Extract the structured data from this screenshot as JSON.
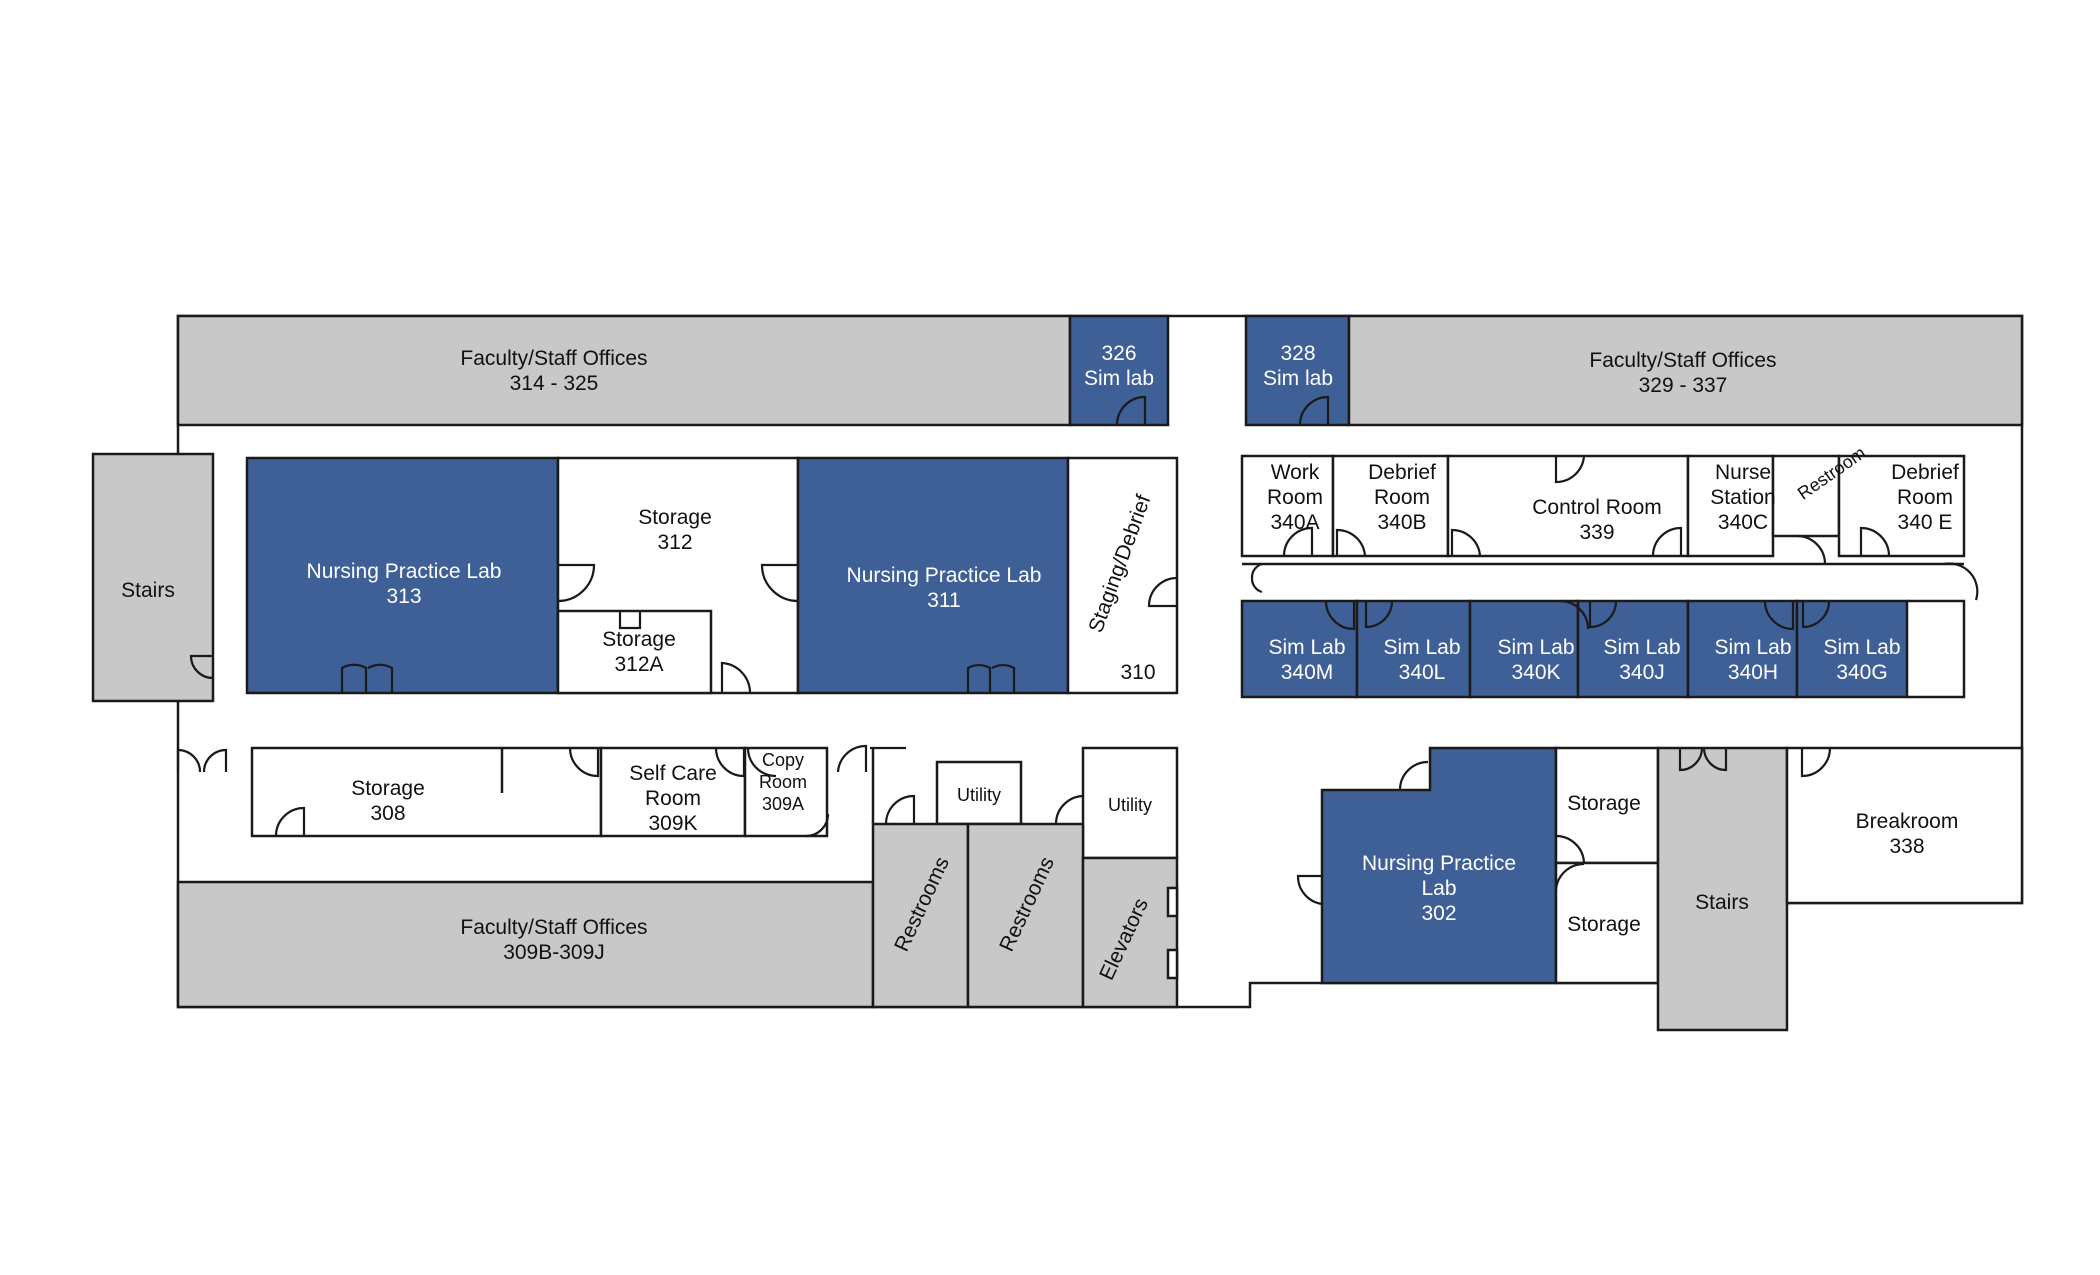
{
  "colors": {
    "lab": "#3f5f97",
    "shared": "#c8c8c8",
    "room": "#ffffff",
    "wall": "#1a1a1a"
  },
  "rooms": {
    "faculty_314": [
      "Faculty/Staff Offices",
      "314 - 325"
    ],
    "sim_326": [
      "326",
      "Sim lab"
    ],
    "sim_328": [
      "328",
      "Sim lab"
    ],
    "faculty_329": [
      "Faculty/Staff Offices",
      "329 - 337"
    ],
    "stairs_west": [
      "Stairs"
    ],
    "npl_313": [
      "Nursing Practice Lab",
      "313"
    ],
    "storage_312": [
      "Storage",
      "312"
    ],
    "storage_312a": [
      "Storage",
      "312A"
    ],
    "npl_311": [
      "Nursing Practice Lab",
      "311"
    ],
    "staging_310": [
      "Staging/Debrief"
    ],
    "staging_310_num": [
      "310"
    ],
    "work_340a": [
      "Work",
      "Room",
      "340A"
    ],
    "debrief_340b": [
      "Debrief",
      "Room",
      "340B"
    ],
    "control_339": [
      "Control Room",
      "339"
    ],
    "nurse_340c": [
      "Nurse",
      "Station",
      "340C"
    ],
    "restroom_east": [
      "Restroom"
    ],
    "debrief_340e": [
      "Debrief",
      "Room",
      "340 E"
    ],
    "sim_340m": [
      "Sim Lab",
      "340M"
    ],
    "sim_340l": [
      "Sim Lab",
      "340L"
    ],
    "sim_340k": [
      "Sim Lab",
      "340K"
    ],
    "sim_340j": [
      "Sim Lab",
      "340J"
    ],
    "sim_340h": [
      "Sim Lab",
      "340H"
    ],
    "sim_340g": [
      "Sim Lab",
      "340G"
    ],
    "storage_308": [
      "Storage",
      "308"
    ],
    "selfcare_309k": [
      "Self Care",
      "Room",
      "309K"
    ],
    "copy_309a": [
      "Copy",
      "Room",
      "309A"
    ],
    "utility_west": [
      "Utility"
    ],
    "utility_east": [
      "Utility"
    ],
    "faculty_309": [
      "Faculty/Staff Offices",
      "309B-309J"
    ],
    "restrooms_1": [
      "Restrooms"
    ],
    "restrooms_2": [
      "Restrooms"
    ],
    "elevators": [
      "Elevators"
    ],
    "npl_302": [
      "Nursing Practice",
      "Lab",
      "302"
    ],
    "storage_e1": [
      "Storage"
    ],
    "storage_e2": [
      "Storage"
    ],
    "stairs_east": [
      "Stairs"
    ],
    "breakroom_338": [
      "Breakroom",
      "338"
    ]
  }
}
